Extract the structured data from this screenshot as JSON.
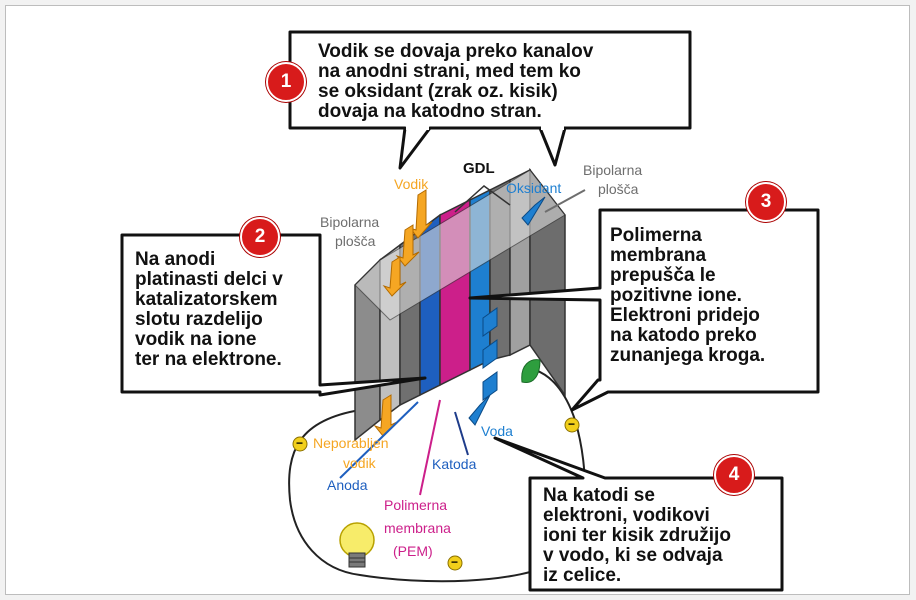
{
  "colors": {
    "hydrogen": "#f5a623",
    "oxidant": "#1e7fd0",
    "membrane": "#cc1f8a",
    "anode": "#1e5fbf",
    "cathode": "#1e7fd0",
    "gray_label": "#6e6e6e",
    "badge": "#d81b1b"
  },
  "labels": {
    "gdl": "GDL",
    "vodik": "Vodik",
    "oksidant": "Oksidant",
    "bipolar_left_1": "Bipolarna",
    "bipolar_left_2": "plošča",
    "bipolar_right_1": "Bipolarna",
    "bipolar_right_2": "plošča",
    "neporabljen_1": "Neporabljen",
    "neporabljen_2": "vodik",
    "anoda": "Anoda",
    "katoda": "Katoda",
    "voda": "Voda",
    "pem_1": "Polimerna",
    "pem_2": "membrana",
    "pem_3": "(PEM)"
  },
  "callouts": [
    {
      "number": "1",
      "lines": [
        "Vodik se dovaja preko kanalov",
        "na anodni strani, med tem ko",
        "se oksidant (zrak oz. kisik)",
        "dovaja na katodno stran."
      ]
    },
    {
      "number": "2",
      "lines": [
        "Na anodi",
        "platinasti delci v",
        "katalizatorskem",
        "slotu razdelijo",
        "vodik na ione",
        "ter na elektrone."
      ]
    },
    {
      "number": "3",
      "lines": [
        "Polimerna",
        "membrana",
        "prepušča le",
        "pozitivne ione.",
        "Elektroni pridejo",
        "na katodo preko",
        "zunanjega kroga."
      ]
    },
    {
      "number": "4",
      "lines": [
        "Na katodi se",
        "elektroni, vodikovi",
        "ioni ter kisik združijo",
        "v vodo, ki se odvaja",
        "iz celice."
      ]
    }
  ],
  "electron_symbol": "−"
}
